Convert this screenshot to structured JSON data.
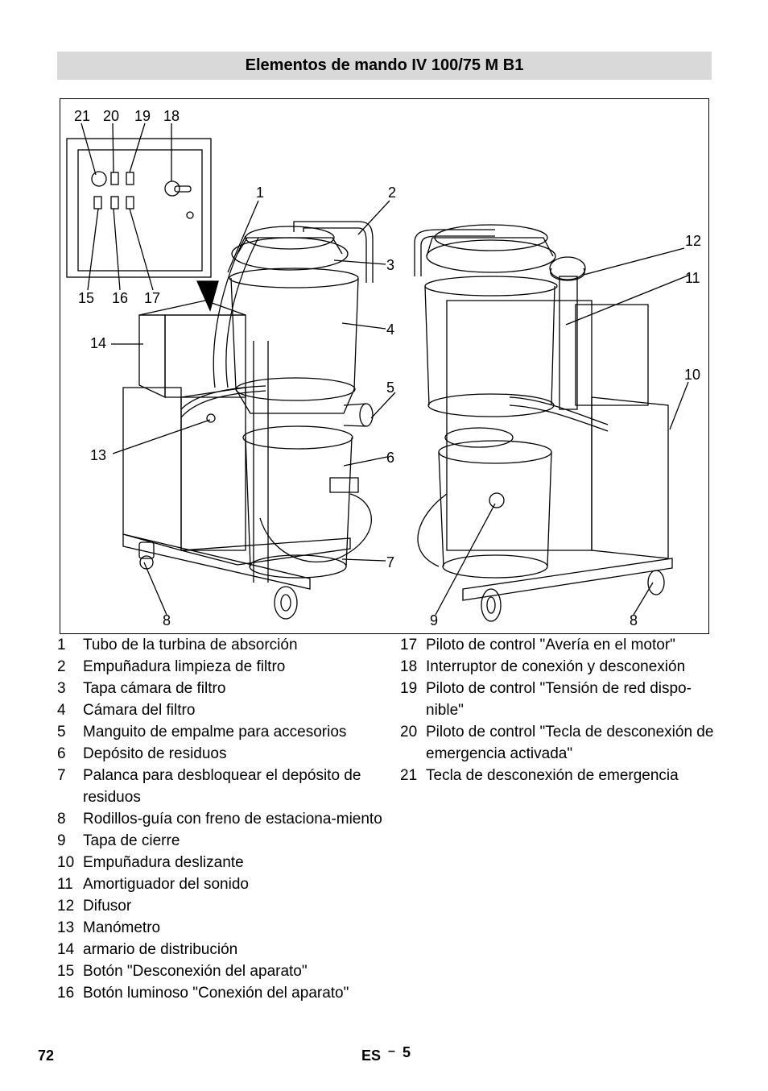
{
  "header": {
    "title": "Elementos de mando IV 100/75 M B1"
  },
  "figure": {
    "callouts": {
      "n21": "21",
      "n20": "20",
      "n19": "19",
      "n18": "18",
      "n15": "15",
      "n16": "16",
      "n17": "17",
      "n1": "1",
      "n2": "2",
      "n3": "3",
      "n4": "4",
      "n5": "5",
      "n6": "6",
      "n7": "7",
      "n8a": "8",
      "n8b": "8",
      "n9": "9",
      "n10": "10",
      "n11": "11",
      "n12": "12",
      "n13": "13",
      "n14": "14"
    }
  },
  "legend": {
    "left": [
      {
        "num": "1",
        "text": "Tubo de la turbina de absorción"
      },
      {
        "num": "2",
        "text": "Empuñadura limpieza de filtro"
      },
      {
        "num": "3",
        "text": "Tapa cámara de filtro"
      },
      {
        "num": "4",
        "text": "Cámara del filtro"
      },
      {
        "num": "5",
        "text": "Manguito de empalme para accesorios"
      },
      {
        "num": "6",
        "text": "Depósito de residuos"
      },
      {
        "num": "7",
        "text": "Palanca para desbloquear el depósito de residuos"
      },
      {
        "num": "8",
        "text": "Rodillos-guía con freno de estaciona-miento"
      },
      {
        "num": "9",
        "text": "Tapa de cierre"
      },
      {
        "num": "10",
        "text": "Empuñadura deslizante"
      },
      {
        "num": "11",
        "text": "Amortiguador del sonido"
      },
      {
        "num": "12",
        "text": "Difusor"
      },
      {
        "num": "13",
        "text": "Manómetro"
      },
      {
        "num": "14",
        "text": "armario de distribución"
      },
      {
        "num": "15",
        "text": "Botón \"Desconexión del aparato\""
      },
      {
        "num": "16",
        "text": "Botón luminoso \"Conexión del aparato\""
      }
    ],
    "right": [
      {
        "num": "17",
        "text": "Piloto de control \"Avería en el motor\""
      },
      {
        "num": "18",
        "text": "Interruptor de conexión y desconexión"
      },
      {
        "num": "19",
        "text": "Piloto de control \"Tensión de red dispo-nible\""
      },
      {
        "num": "20",
        "text": "Piloto de control \"Tecla de desconexión de emergencia activada\""
      },
      {
        "num": "21",
        "text": "Tecla de desconexión de emergencia"
      }
    ]
  },
  "footer": {
    "page": "72",
    "lang": "ES",
    "sep": "–",
    "sub": "5"
  }
}
